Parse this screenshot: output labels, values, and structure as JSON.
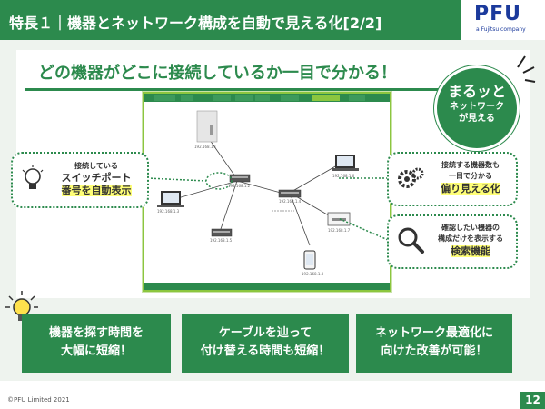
{
  "header": {
    "title": "特長１｜機器とネットワーク構成を自動で見える化[2/2]",
    "logo_text": "PFU",
    "logo_sub": "a Fujitsu company"
  },
  "headline": "どの機器がどこに接続しているか一目で分かる！",
  "circle": {
    "line1": "まるッと",
    "line2": "ネットワーク",
    "line3": "が見える"
  },
  "callouts": {
    "left": {
      "line1": "接続している",
      "line2": "スイッチポート",
      "line3": "番号を自動表示"
    },
    "right1": {
      "line1": "接続する機器数も",
      "line2": "一目で分かる",
      "line3": "偏り見える化"
    },
    "right2": {
      "line1": "確認したい機器の",
      "line2": "構成だけを表示する",
      "line3": "検索機能"
    }
  },
  "network": {
    "labels": {
      "server": "192.168.1.1",
      "switch1": "192.168.1.2",
      "laptop_left": "192.168.1.3",
      "switch2": "192.168.1.4",
      "switch3": "192.168.1.5",
      "laptop_right": "192.168.1.6",
      "printer": "192.168.1.7",
      "phone": "192.168.1.8"
    }
  },
  "bottom": {
    "box1": {
      "line1": "機器を探す時間を",
      "line2": "大幅に短縮！"
    },
    "box2": {
      "line1": "ケーブルを辿って",
      "line2": "付け替える時間も短縮！"
    },
    "box3": {
      "line1": "ネットワーク最適化に",
      "line2": "向けた改善が可能！"
    }
  },
  "footer": {
    "copyright": "©PFU Limited 2021",
    "page": "12"
  },
  "colors": {
    "brand_green": "#2c8a4d",
    "logo_blue": "#1b3a9c",
    "highlight": "#ffff77"
  },
  "icons": [
    "lightbulb-icon",
    "gears-icon",
    "magnifier-icon",
    "idea-bulb-icon",
    "server-icon",
    "switch-icon",
    "laptop-icon",
    "printer-icon",
    "phone-icon"
  ]
}
